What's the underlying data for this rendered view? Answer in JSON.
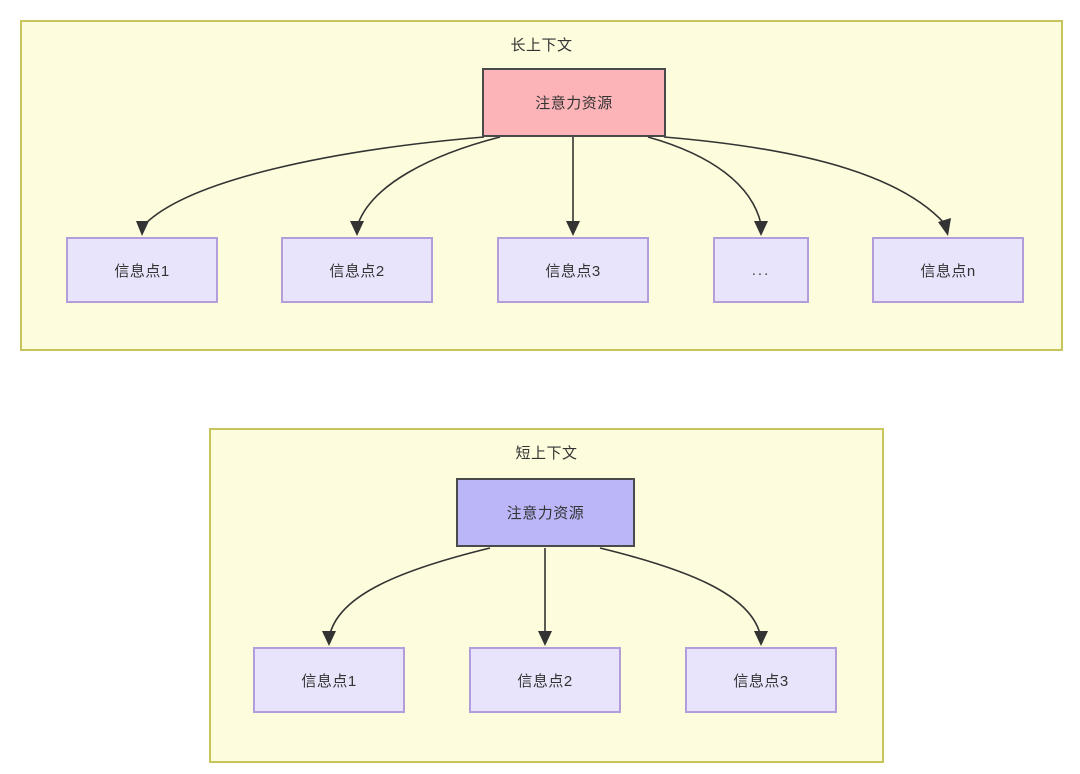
{
  "diagram": {
    "type": "hierarchy-comparison",
    "description": "Two yellow panels comparing attention resource distribution across long context and short context"
  },
  "panels": [
    {
      "id": "long-context",
      "title": "长上下文",
      "root": {
        "label": "注意力资源",
        "fill": "#fcb4b8",
        "stroke": "#4a4a4a"
      },
      "leaves": [
        {
          "label": "信息点1"
        },
        {
          "label": "信息点2"
        },
        {
          "label": "信息点3"
        },
        {
          "label": "..."
        },
        {
          "label": "信息点n"
        }
      ],
      "leaf_fill": "#e8e4fb",
      "leaf_stroke": "#b39ddb",
      "panel_fill": "#fdfcdc",
      "panel_stroke": "#c8c45c"
    },
    {
      "id": "short-context",
      "title": "短上下文",
      "root": {
        "label": "注意力资源",
        "fill": "#bbb6f8",
        "stroke": "#4a4a4a"
      },
      "leaves": [
        {
          "label": "信息点1"
        },
        {
          "label": "信息点2"
        },
        {
          "label": "信息点3"
        }
      ],
      "leaf_fill": "#e8e4fb",
      "leaf_stroke": "#b39ddb",
      "panel_fill": "#fdfcdc",
      "panel_stroke": "#c8c45c"
    }
  ]
}
